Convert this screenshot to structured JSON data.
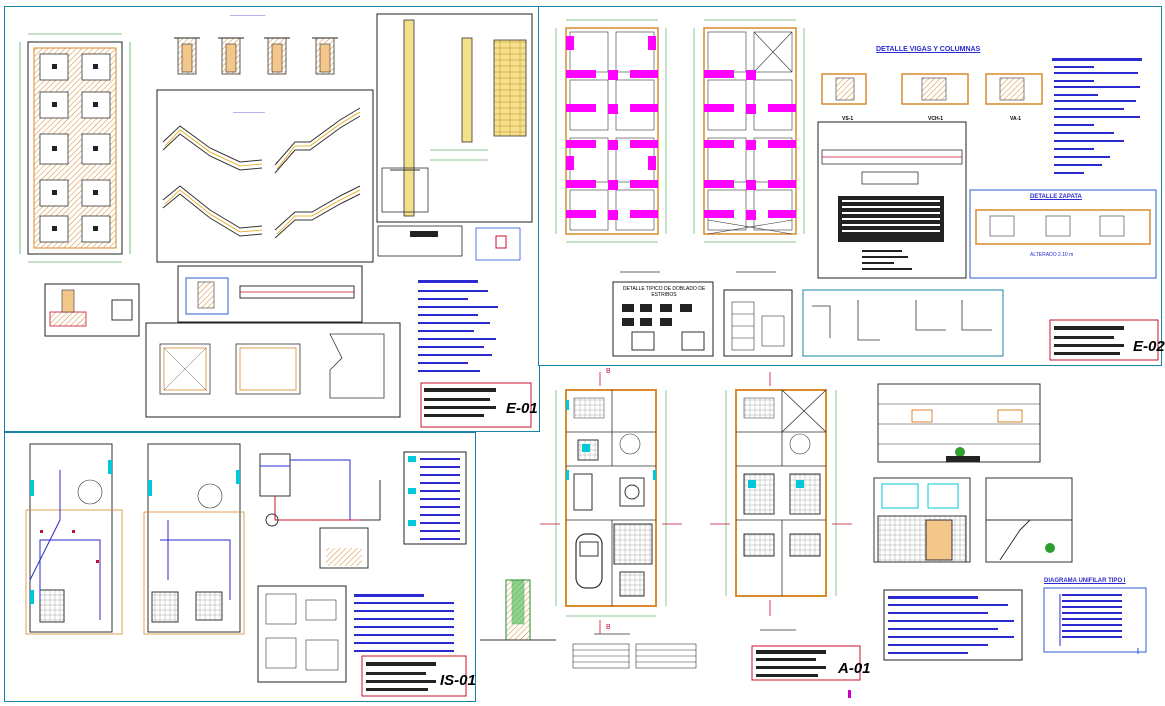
{
  "sheets": {
    "structural_e01": {
      "code": "E-01"
    },
    "structural_e02": {
      "code": "E-02",
      "heading": "DETALLE VIGAS Y COLUMNAS",
      "foundation_heading": "DETALLE ZAPATA",
      "stirrup_heading": "DETALLE TIPICO DE DOBLADO DE ESTRIBOS",
      "beam_tags": [
        "VS-1",
        "VCH-1",
        "VA-1"
      ],
      "bottom_text": "ALTERADO 2.10 m"
    },
    "sanitary_is01": {
      "code": "IS-01",
      "heading": "DIAGRAMA UNIFILAR TIPO I"
    },
    "architecture_a01": {
      "code": "A-01"
    }
  },
  "annotations": {
    "section_marks": [
      "B",
      "B"
    ]
  },
  "colors": {
    "frame": "#1a84a8",
    "wall": "#d98a2b",
    "column": "#ff00ff",
    "dimension": "#1e8f2a",
    "annotation": "#2a2ad0",
    "stamp": "#c8102e",
    "fixture": "#00c8d8"
  }
}
